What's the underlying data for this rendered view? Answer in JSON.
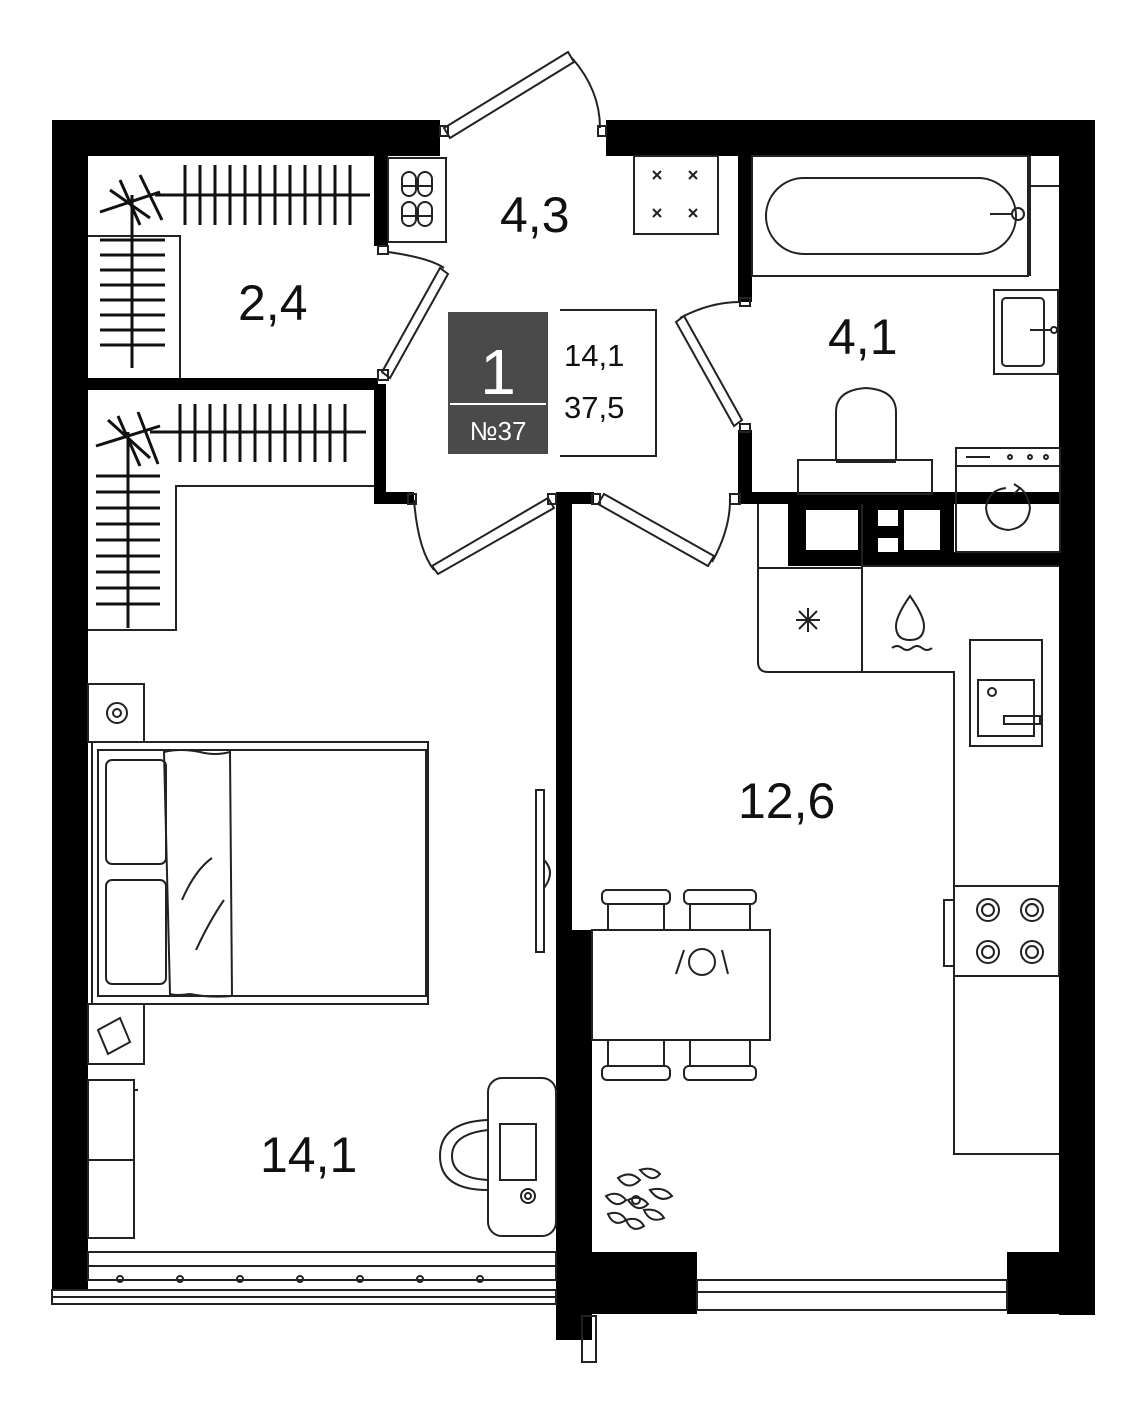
{
  "apartment": {
    "rooms_count": "1",
    "number_label": "№37",
    "living_area": "14,1",
    "total_area": "37,5",
    "badge_color": "#4a4a4a"
  },
  "rooms": {
    "wardrobe": "2,4",
    "hall": "4,3",
    "bathroom": "4,1",
    "kitchen": "12,6",
    "bedroom": "14,1"
  },
  "icons": [
    "shoe-rack-icon",
    "wardrobe-icon",
    "bathtub-icon",
    "sink-icon",
    "toilet-icon",
    "washing-machine-icon",
    "fridge-icon",
    "water-icon",
    "stove-icon",
    "bed-icon",
    "desk-icon",
    "table-icon",
    "plant-icon",
    "door-icon",
    "window-icon"
  ]
}
